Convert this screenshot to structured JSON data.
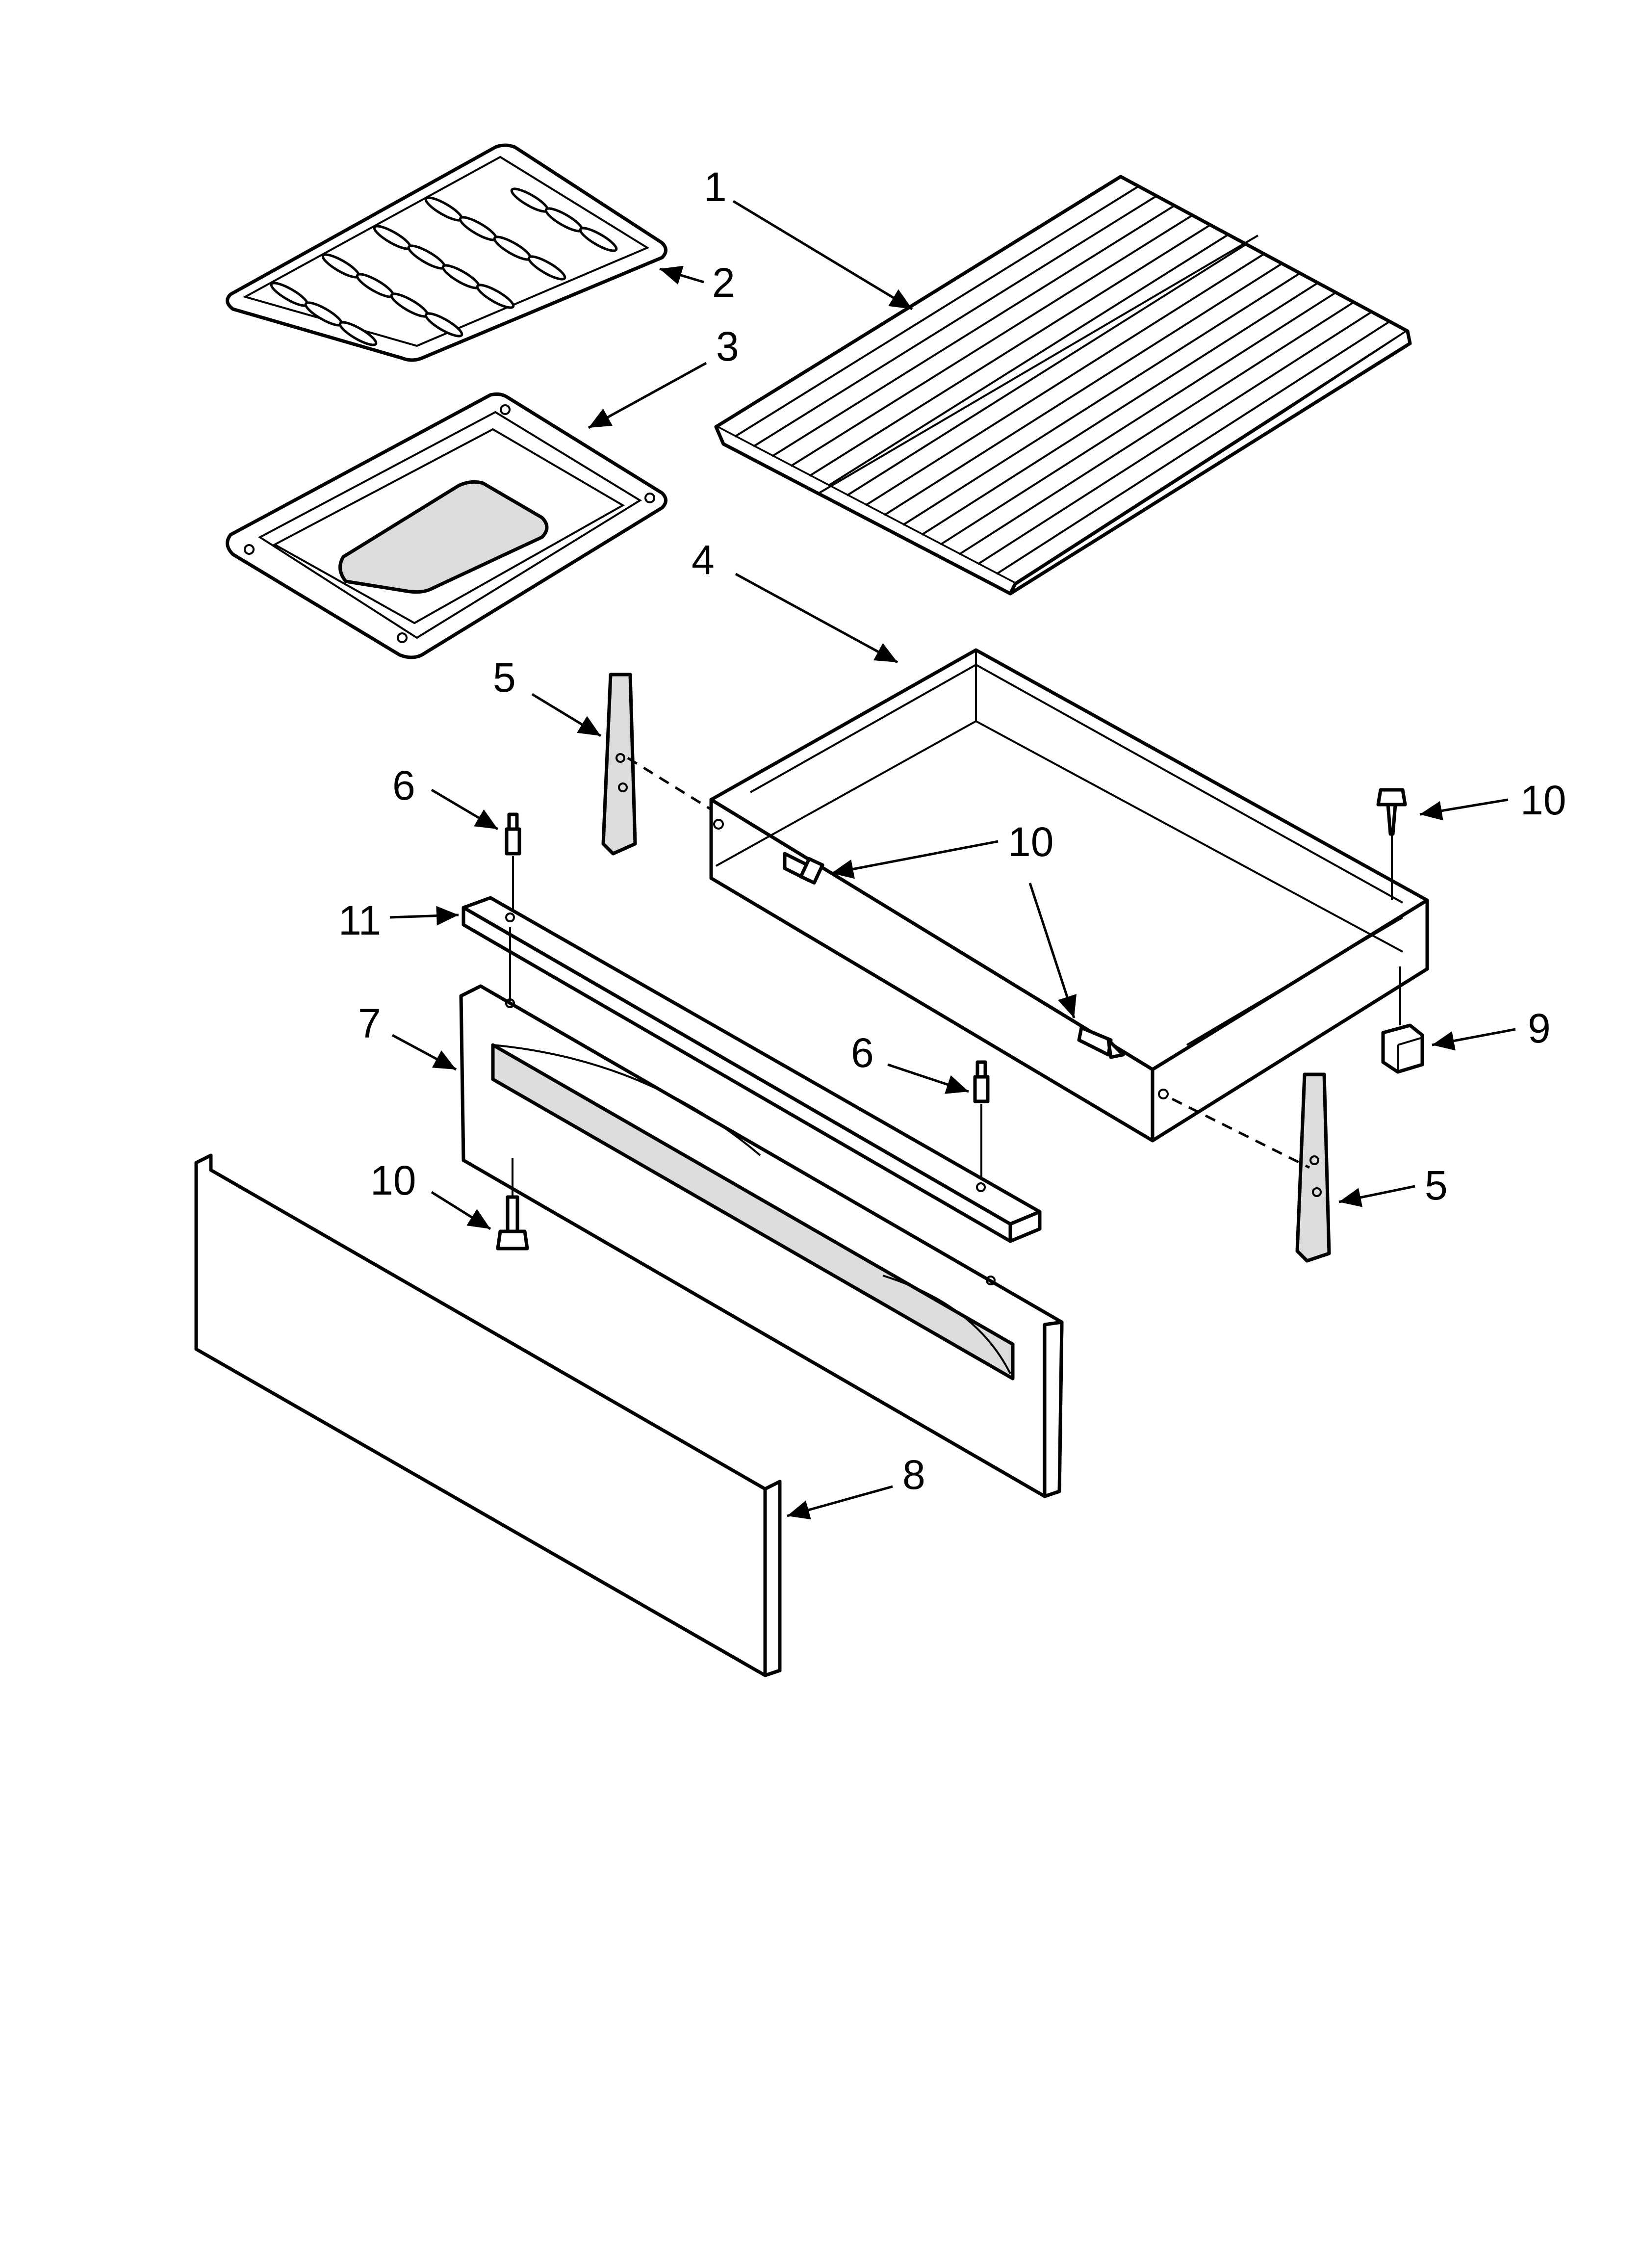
{
  "callouts": {
    "c1": "1",
    "c2": "2",
    "c3": "3",
    "c4": "4",
    "c5a": "5",
    "c5b": "5",
    "c6a": "6",
    "c6b": "6",
    "c7": "7",
    "c8": "8",
    "c9": "9",
    "c10a": "10",
    "c10b": "10",
    "c10c": "10",
    "c11": "11"
  },
  "colors": {
    "line": "#000000",
    "background": "#ffffff",
    "shade": "#dcdcdc"
  }
}
